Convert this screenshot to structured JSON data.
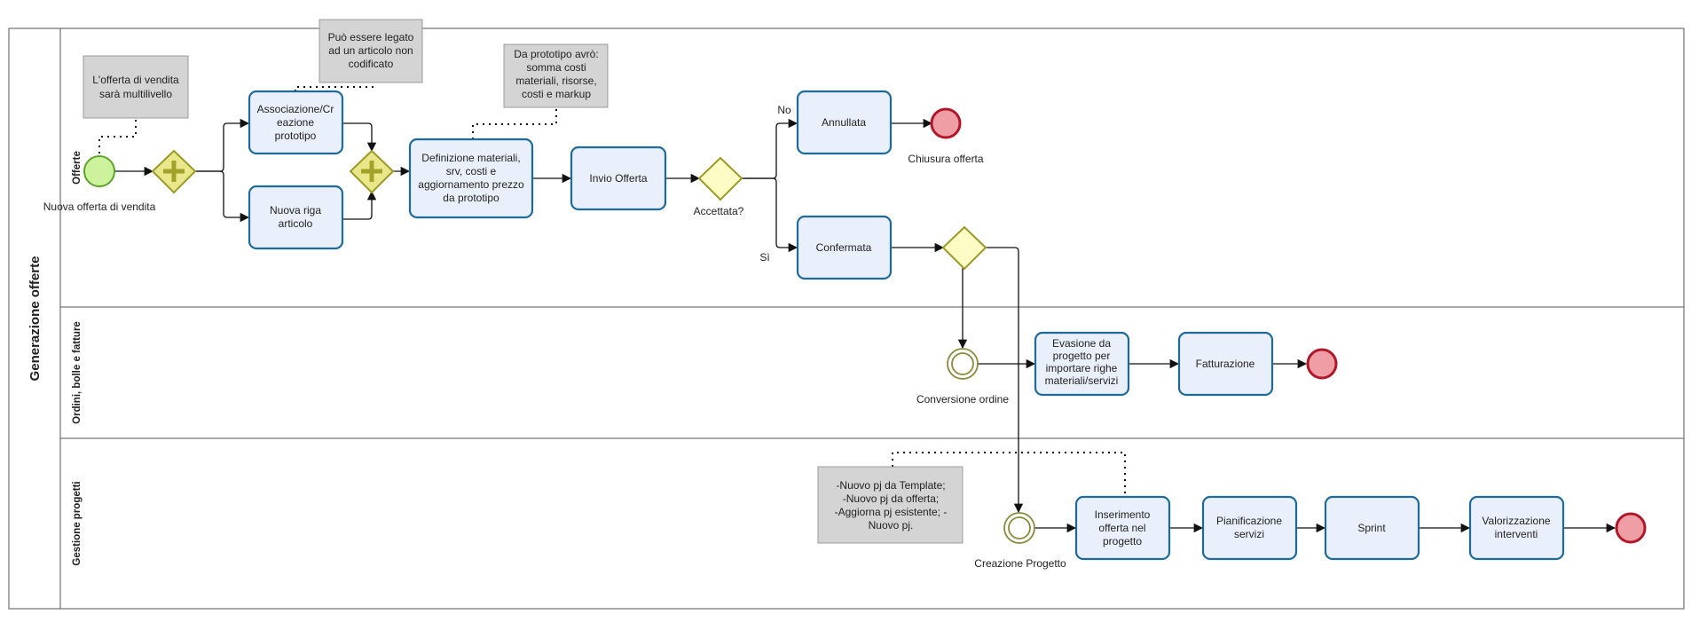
{
  "pool": {
    "name": "Generazione offerte"
  },
  "lanes": [
    {
      "id": "offerte",
      "name": "Offerte"
    },
    {
      "id": "ordini",
      "name": "Ordini, bolle e fatture"
    },
    {
      "id": "progetti",
      "name": "Gestione progetti"
    }
  ],
  "tasks": {
    "associazione": [
      "Associazione/Cr",
      "eazione",
      "prototipo"
    ],
    "nuova_riga": [
      "Nuova riga",
      "articolo"
    ],
    "definizione": [
      "Definizione materiali,",
      "srv, costi e",
      "aggiornamento prezzo",
      "da prototipo"
    ],
    "invio_offerta": [
      "Invio Offerta"
    ],
    "annullata": [
      "Annullata"
    ],
    "confermata": [
      "Confermata"
    ],
    "evasione": [
      "Evasione da",
      "progetto per",
      "importare righe",
      "materiali/servizi"
    ],
    "fatturazione": [
      "Fatturazione"
    ],
    "inserimento": [
      "Inserimento",
      "offerta nel",
      "progetto"
    ],
    "pianificazione": [
      "Pianificazione",
      "servizi"
    ],
    "sprint": [
      "Sprint"
    ],
    "valorizzazione": [
      "Valorizzazione",
      "interventi"
    ]
  },
  "events": {
    "start": "Nuova offerta di vendita",
    "end_offer": "Chiusura offerta",
    "conversione": "Conversione ordine",
    "creazione": "Creazione Progetto"
  },
  "gateways": {
    "accettata": "Accettata?"
  },
  "flow_labels": {
    "no": "No",
    "si": "Sì"
  },
  "annotations": {
    "multilivello": [
      "L'offerta di vendita",
      "sarà multilivello"
    ],
    "legato": [
      "Può essere legato",
      "ad un articolo non",
      "codificato"
    ],
    "prototipo": [
      "Da prototipo avrò:",
      "somma costi",
      "materiali, risorse,",
      "costi e markup"
    ],
    "progetto": [
      "-Nuovo pj da Template;",
      "-Nuovo pj da offerta;",
      "-Aggiorna pj esistente; -",
      "Nuovo pj."
    ]
  },
  "colors": {
    "task_fill": "#eaf0fb",
    "task_stroke": "#1e6a99",
    "gateway_fill": "#fcfcc4",
    "gateway_stroke": "#9a9a28",
    "parallel_fill": "#e8e88a",
    "parallel_mark": "#a2a22a",
    "start_fill": "#cdf29d",
    "start_stroke": "#5da52a",
    "end_fill": "#ee9ea4",
    "end_stroke": "#b0182a",
    "annotation_fill": "#d4d4d4",
    "intermediate_stroke": "#8a8a3e"
  }
}
